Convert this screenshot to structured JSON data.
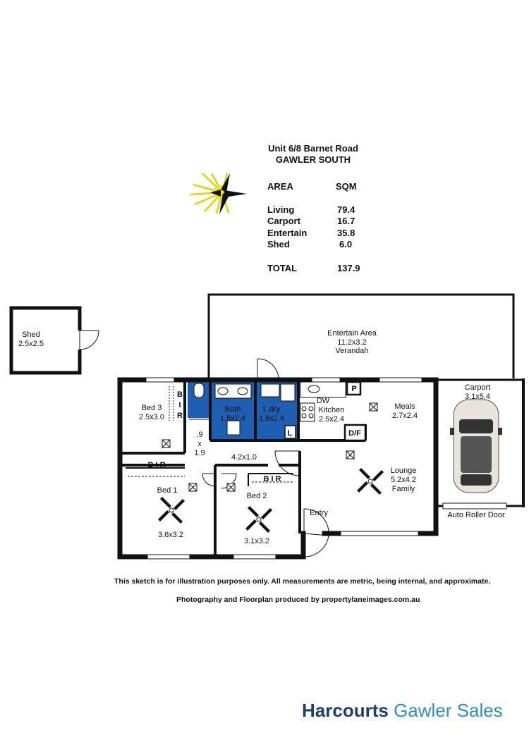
{
  "header": {
    "address_line1": "Unit 6/8 Barnet Road",
    "address_line2": "GAWLER SOUTH"
  },
  "area_table": {
    "col_area": "AREA",
    "col_sqm": "SQM",
    "rows": [
      {
        "name": "Living",
        "sqm": "79.4"
      },
      {
        "name": "Carport",
        "sqm": "16.7"
      },
      {
        "name": "Entertain",
        "sqm": "35.8"
      },
      {
        "name": "Shed",
        "sqm": "6.0"
      }
    ],
    "total_label": "TOTAL",
    "total_value": "137.9"
  },
  "rooms": {
    "shed": {
      "name": "Shed",
      "dims": "2.5x2.5"
    },
    "entertain": {
      "name": "Entertain Area",
      "dims": "11.2x3.2",
      "sub": "Verandah"
    },
    "bed3": {
      "name": "Bed 3",
      "dims": "2.5x3.0"
    },
    "bir3": {
      "l1": "B",
      "l2": "I",
      "l3": "R"
    },
    "hall_small": {
      "l1": ".9",
      "l2": "x",
      "l3": "1.9"
    },
    "bath": {
      "name": "Bath",
      "dims": "1.5x2.4"
    },
    "laundry": {
      "name": "L.dry",
      "dims": "1.6x2.4"
    },
    "linen": "L",
    "kitchen": {
      "name": "Kitchen",
      "dims": "2.5x2.4",
      "dw": "DW",
      "p": "P",
      "df": "D/F"
    },
    "meals": {
      "name": "Meals",
      "dims": "2.7x2.4"
    },
    "carport": {
      "name": "Carport",
      "dims": "3.1x5.4"
    },
    "hall": {
      "dims": "4.2x1.0"
    },
    "bir1": "B I R",
    "bir2": "B I R",
    "bed1": {
      "name": "Bed 1",
      "dims": "3.6x3.2"
    },
    "bed2": {
      "name": "Bed 2",
      "dims": "3.1x3.2"
    },
    "lounge": {
      "name": "Lounge",
      "dims": "5.2x4.2",
      "sub": "Family"
    },
    "entry": "Entry",
    "roller": "Auto Roller Door"
  },
  "notes": {
    "disclaimer": "This sketch is for illustration purposes only.  All measurements are metric, being internal, and approximate.",
    "credit": "Photography and Floorplan produced by propertylaneimages.com.au"
  },
  "brand": {
    "name": "Harcourts",
    "office": "Gawler Sales"
  },
  "icons": {
    "compass": "compass-star-icon",
    "fan": "ceiling-fan-icon",
    "smoke": "smoke-detector-icon",
    "car": "car-icon"
  },
  "colors": {
    "wet_area": "#1f5fb3",
    "wall": "#111111",
    "compass": "#f3e600",
    "brand_dark": "#1d3f6e",
    "brand_light": "#2a8fd0"
  }
}
